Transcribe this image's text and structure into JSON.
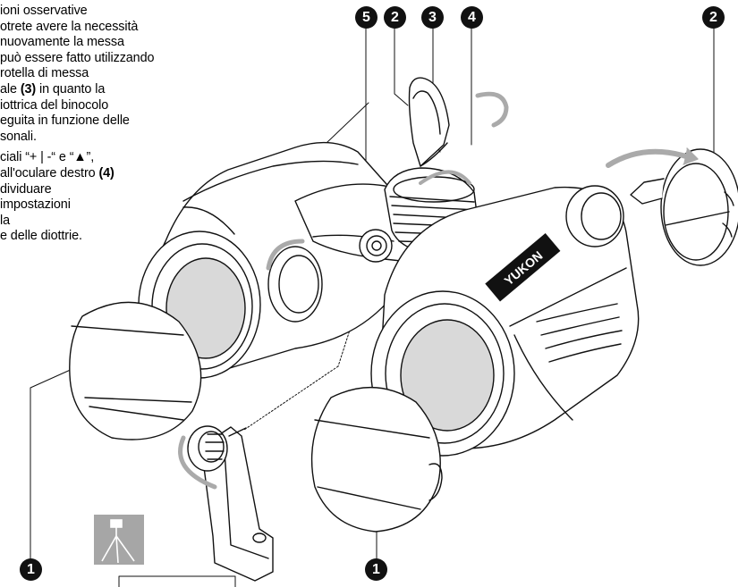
{
  "instructions": {
    "paragraph1": [
      {
        "text": "ioni osservative"
      },
      {
        "text": "otrete avere la necessità"
      },
      {
        "text": "nuovamente la messa"
      },
      {
        "text": "può essere fatto utilizzando"
      },
      {
        "text": "rotella di messa"
      },
      {
        "text": "ale ",
        "bold": "(3)",
        "after": " in quanto la"
      },
      {
        "text": "iottrica del binocolo"
      },
      {
        "text": "eguita in funzione delle"
      },
      {
        "text": "sonali."
      }
    ],
    "paragraph2": [
      {
        "text": "ciali “+ | -“ e “▲”,"
      },
      {
        "text": "all'oculare destro ",
        "bold": "(4)"
      },
      {
        "text": "dividuare"
      },
      {
        "text": " impostazioni"
      },
      {
        "text": "la"
      },
      {
        "text": "e delle diottrie."
      }
    ]
  },
  "callouts": {
    "top_5": "5",
    "top_2": "2",
    "top_3": "3",
    "top_4": "4",
    "right_2": "2",
    "bottom_left_1": "1",
    "bottom_center_1": "1"
  },
  "brand": {
    "text": "YUKON"
  },
  "colors": {
    "ink": "#111111",
    "tripod_icon_bg": "#a6a6a6"
  },
  "icons": {
    "tripod": "tripod-icon"
  }
}
